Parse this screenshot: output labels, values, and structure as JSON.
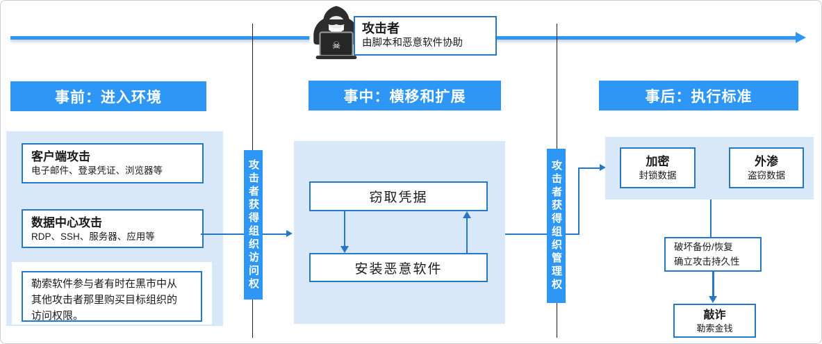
{
  "colors": {
    "accent": "#2E96F5",
    "line": "#2478C6",
    "panel": "#D9E8F8"
  },
  "attacker": {
    "title": "攻击者",
    "subtitle": "由脚本和恶意软件协助",
    "icon": "hacker-with-laptop"
  },
  "transitions": {
    "gate1": "攻击者获得组织访问权",
    "gate2": "攻击者获得组织管理权"
  },
  "phases": {
    "before": {
      "header": "事前：进入环境",
      "boxes": [
        {
          "title": "客户端攻击",
          "subtitle": "电子邮件、登录凭证、浏览器等"
        },
        {
          "title": "数据中心攻击",
          "subtitle": "RDP、SSH、服务器、应用等"
        }
      ],
      "note": "勒索软件参与者有时在黑市中从\n其他攻击者那里购买目标组织的\n访问权限。"
    },
    "during": {
      "header": "事中：横移和扩展",
      "boxes": [
        {
          "title": "窃取凭据"
        },
        {
          "title": "安装恶意软件"
        }
      ]
    },
    "after": {
      "header": "事后：执行标准",
      "boxes": [
        {
          "title": "加密",
          "subtitle": "封锁数据"
        },
        {
          "title": "外渗",
          "subtitle": "盗窃数据"
        }
      ],
      "persistence_note": "破坏备份/恢复\n确立攻击持久性",
      "extortion": {
        "title": "敲诈",
        "subtitle": "勒索金钱"
      }
    }
  }
}
